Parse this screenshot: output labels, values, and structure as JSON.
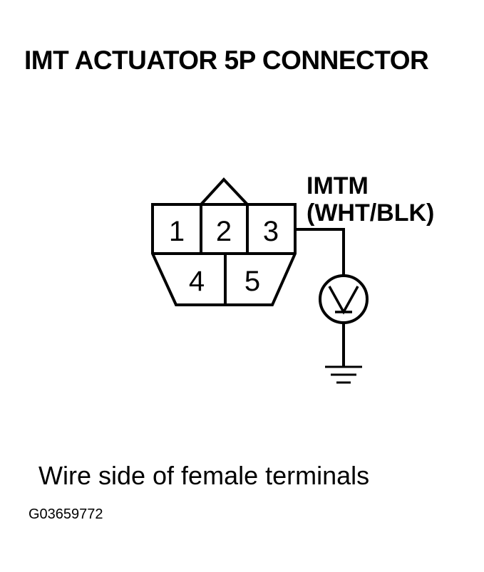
{
  "title": "IMT ACTUATOR 5P CONNECTOR",
  "connector": {
    "terminals": [
      "1",
      "2",
      "3",
      "4",
      "5"
    ]
  },
  "wire": {
    "name": "IMTM",
    "color": "(WHT/BLK)"
  },
  "caption": "Wire side of female terminals",
  "figure_id": "G03659772",
  "colors": {
    "line": "#000000",
    "background": "#ffffff"
  }
}
